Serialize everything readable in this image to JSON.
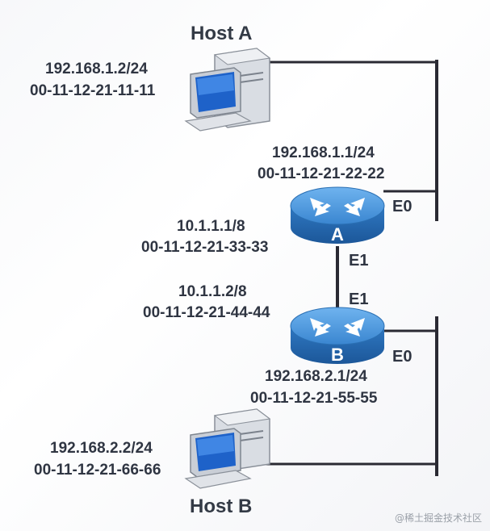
{
  "host_a": {
    "name": "Host A",
    "ip": "192.168.1.2/24",
    "mac": "00-11-12-21-11-11"
  },
  "host_b": {
    "name": "Host B",
    "ip": "192.168.2.2/24",
    "mac": "00-11-12-21-66-66"
  },
  "router_a": {
    "name": "A",
    "e0": {
      "port": "E0",
      "ip": "192.168.1.1/24",
      "mac": "00-11-12-21-22-22"
    },
    "e1": {
      "port": "E1",
      "ip": "10.1.1.1/8",
      "mac": "00-11-12-21-33-33"
    }
  },
  "router_b": {
    "name": "B",
    "e0": {
      "port": "E0",
      "ip": "192.168.2.1/24",
      "mac": "00-11-12-21-55-55"
    },
    "e1": {
      "port": "E1",
      "ip": "10.1.1.2/8",
      "mac": "00-11-12-21-44-44"
    }
  },
  "watermark": "@稀土掘金技术社区",
  "colors": {
    "text": "#2f3542",
    "router_blue": "#3f8fd6",
    "link_line": "#2a2a33"
  }
}
